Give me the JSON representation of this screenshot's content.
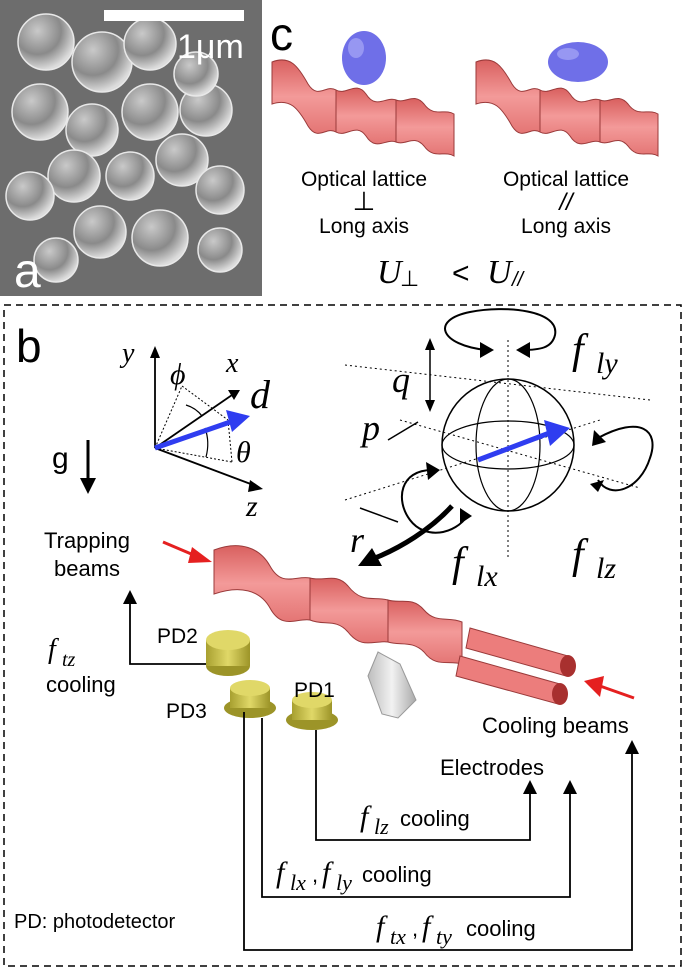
{
  "panel_a": {
    "label": "a",
    "scale_bar": "1μm"
  },
  "panel_b": {
    "label": "b",
    "gravity": "g",
    "axes": {
      "y": "y",
      "x": "x",
      "z": "z",
      "phi": "ϕ",
      "theta": "θ",
      "d": "d"
    },
    "rotation": {
      "q": "q",
      "p": "p",
      "r": "r"
    },
    "libration": {
      "fly_base": "f",
      "fly_sub": "ly",
      "flx_base": "f",
      "flx_sub": "lx",
      "flz_base": "f",
      "flz_sub": "lz"
    },
    "trapping": [
      "Trapping",
      "beams"
    ],
    "ftz": {
      "base": "f",
      "sub": "tz",
      "cooling": "cooling"
    },
    "photodetectors": {
      "pd1": "PD1",
      "pd2": "PD2",
      "pd3": "PD3"
    },
    "cooling_beams": "Cooling beams",
    "electrodes": "Electrodes",
    "feedback": {
      "lz_base": "f",
      "lz_sub": "lz",
      "lz_cooling": "cooling",
      "lxly_f1": "f",
      "lxly_sub1": "lx",
      "lxly_comma": ",",
      "lxly_f2": "f",
      "lxly_sub2": "ly",
      "lxly_cooling": "cooling",
      "txty_f1": "f",
      "txty_sub1": "tx",
      "txty_comma": ",",
      "txty_f2": "f",
      "txty_sub2": "ty",
      "txty_cooling": "cooling"
    },
    "legend": "PD: photodetector"
  },
  "panel_c": {
    "label": "c",
    "left": [
      "Optical lattice",
      "⊥",
      "Long axis"
    ],
    "right": [
      "Optical lattice",
      "//",
      "Long axis"
    ],
    "relation": {
      "u1": "U",
      "s1": "⊥",
      "lt": "<",
      "u2": "U",
      "s2": "//"
    }
  },
  "colors": {
    "lattice": "#ee8483",
    "lattice_dark": "#c65454",
    "ellipsoid": "#6f6fe8",
    "vector": "#2f3df0",
    "pd": "#c8c048",
    "sem_bg": "#6d6d6d"
  }
}
